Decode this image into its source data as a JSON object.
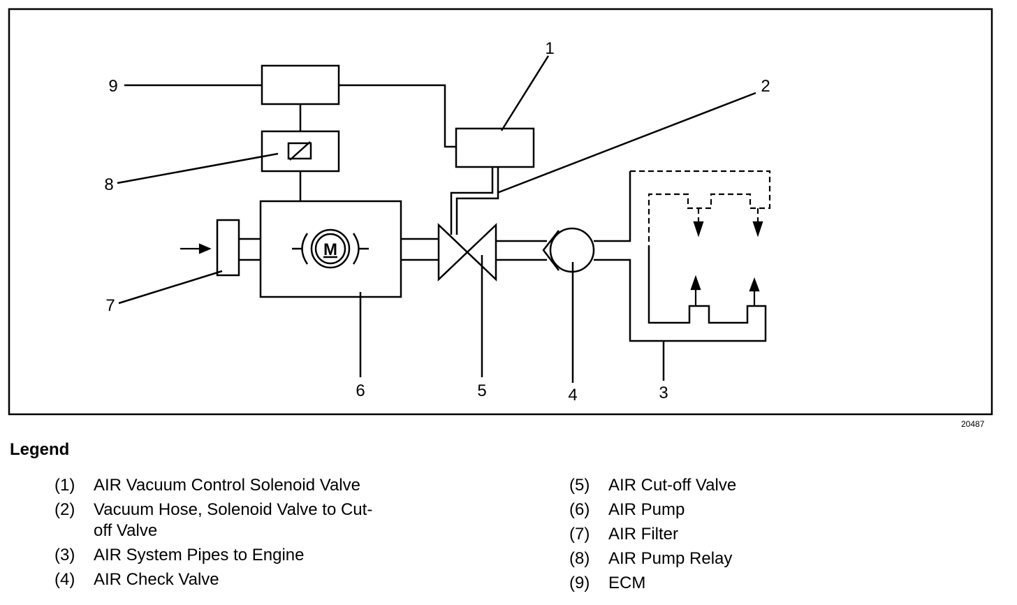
{
  "diagram": {
    "callouts": [
      "1",
      "2",
      "3",
      "4",
      "5",
      "6",
      "7",
      "8",
      "9"
    ],
    "motor_label": "M",
    "figure_id": "20487"
  },
  "legend": {
    "title": "Legend",
    "left": [
      {
        "num": "(1)",
        "text": "AIR Vacuum Control Solenoid Valve"
      },
      {
        "num": "(2)",
        "text": "Vacuum Hose, Solenoid Valve to Cut-off Valve"
      },
      {
        "num": "(3)",
        "text": "AIR System Pipes to Engine"
      },
      {
        "num": "(4)",
        "text": "AIR Check Valve"
      }
    ],
    "right": [
      {
        "num": "(5)",
        "text": "AIR Cut-off Valve"
      },
      {
        "num": "(6)",
        "text": "AIR Pump"
      },
      {
        "num": "(7)",
        "text": "AIR Filter"
      },
      {
        "num": "(8)",
        "text": "AIR Pump Relay"
      },
      {
        "num": "(9)",
        "text": "ECM"
      }
    ]
  }
}
